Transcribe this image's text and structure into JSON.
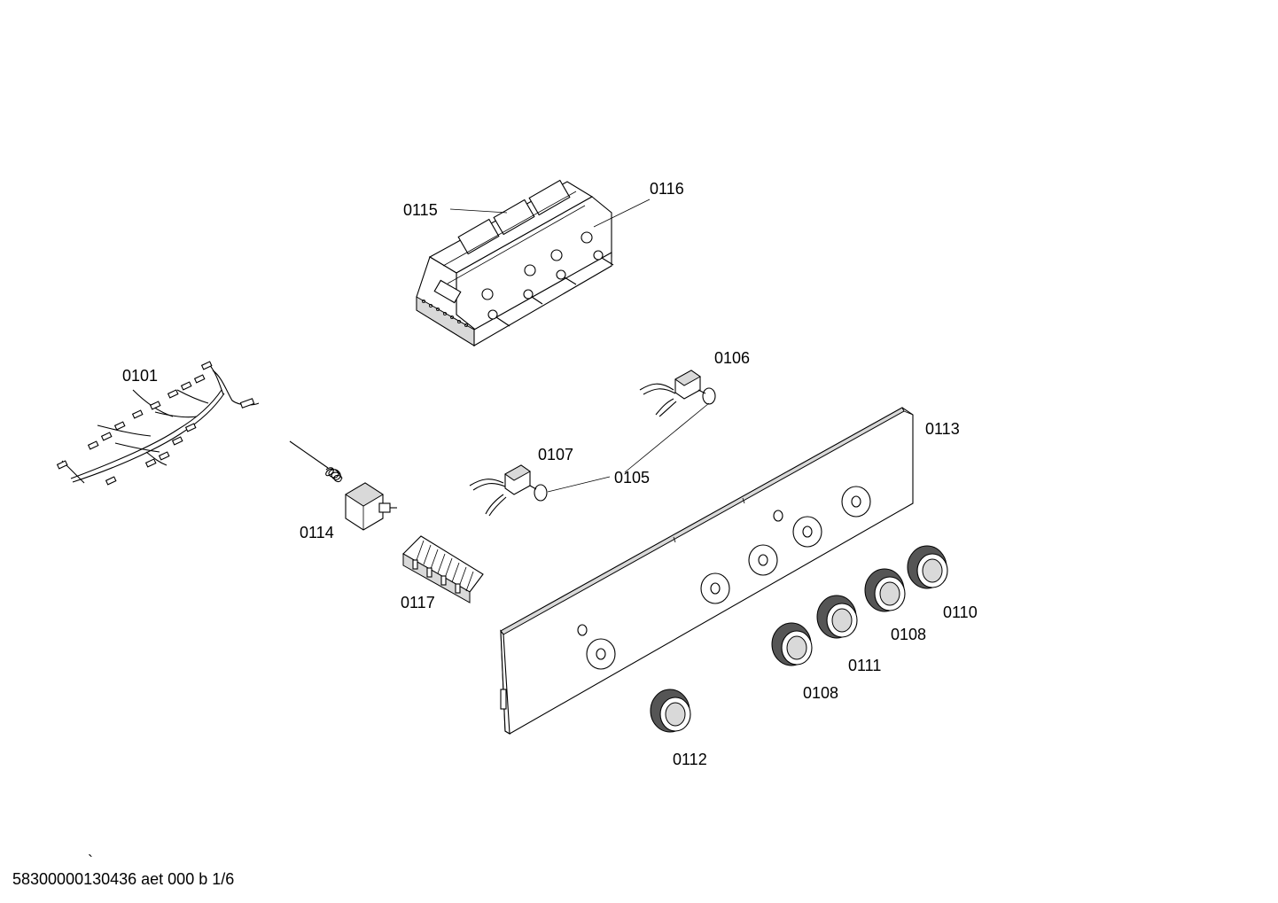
{
  "labels": {
    "p0101": "0101",
    "p0105": "0105",
    "p0106": "0106",
    "p0107": "0107",
    "p0108a": "0108",
    "p0108b": "0108",
    "p0110": "0110",
    "p0111": "0111",
    "p0112": "0112",
    "p0113": "0113",
    "p0114": "0114",
    "p0115": "0115",
    "p0116": "0116",
    "p0117": "0117"
  },
  "footer": {
    "doc_id": "58300000130436 aet 000 b 1/6",
    "tick": "`"
  }
}
